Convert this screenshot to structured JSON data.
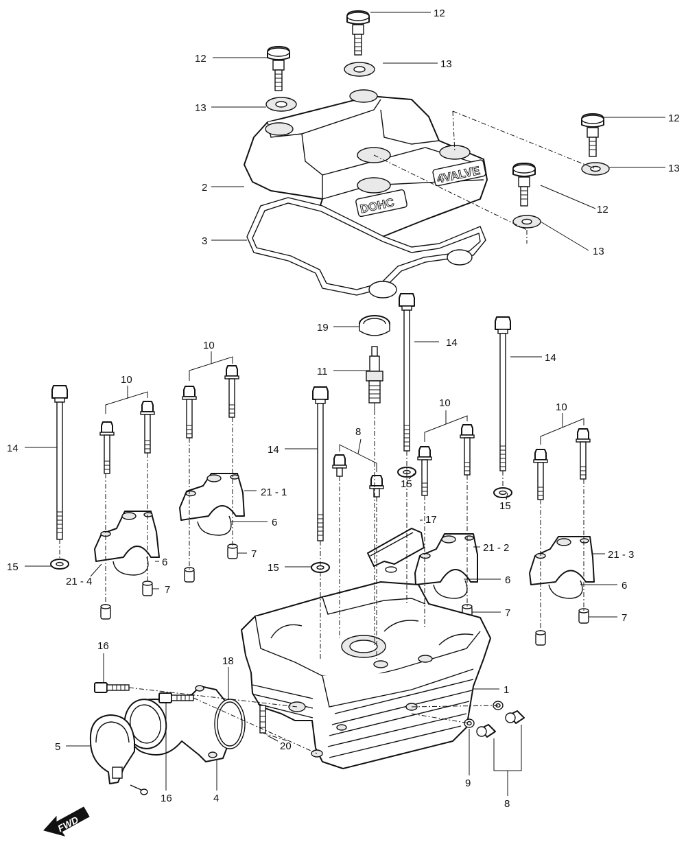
{
  "callouts": {
    "c1": "1",
    "c2": "2",
    "c3": "3",
    "c4": "4",
    "c5": "5",
    "c6a": "6",
    "c6b": "6",
    "c6c": "6",
    "c6d": "6",
    "c7a": "7",
    "c7b": "7",
    "c7c": "7",
    "c7d": "7",
    "c8a": "8",
    "c8b": "8",
    "c9": "9",
    "c10a": "10",
    "c10b": "10",
    "c10c": "10",
    "c10d": "10",
    "c11": "11",
    "c12a": "12",
    "c12b": "12",
    "c12c": "12",
    "c12d": "12",
    "c13a": "13",
    "c13b": "13",
    "c13c": "13",
    "c13d": "13",
    "c14a": "14",
    "c14b": "14",
    "c14c": "14",
    "c14d": "14",
    "c15a": "15",
    "c15b": "15",
    "c15c": "15",
    "c15d": "15",
    "c16a": "16",
    "c16b": "16",
    "c17": "17",
    "c18": "18",
    "c19": "19",
    "c20": "20",
    "c21_1": "21 - 1",
    "c21_2": "21 - 2",
    "c21_3": "21 - 3",
    "c21_4": "21 - 4"
  },
  "cover_plates": {
    "left": "DOHC",
    "right": "4VALVE"
  },
  "direction_badge": "FWD"
}
